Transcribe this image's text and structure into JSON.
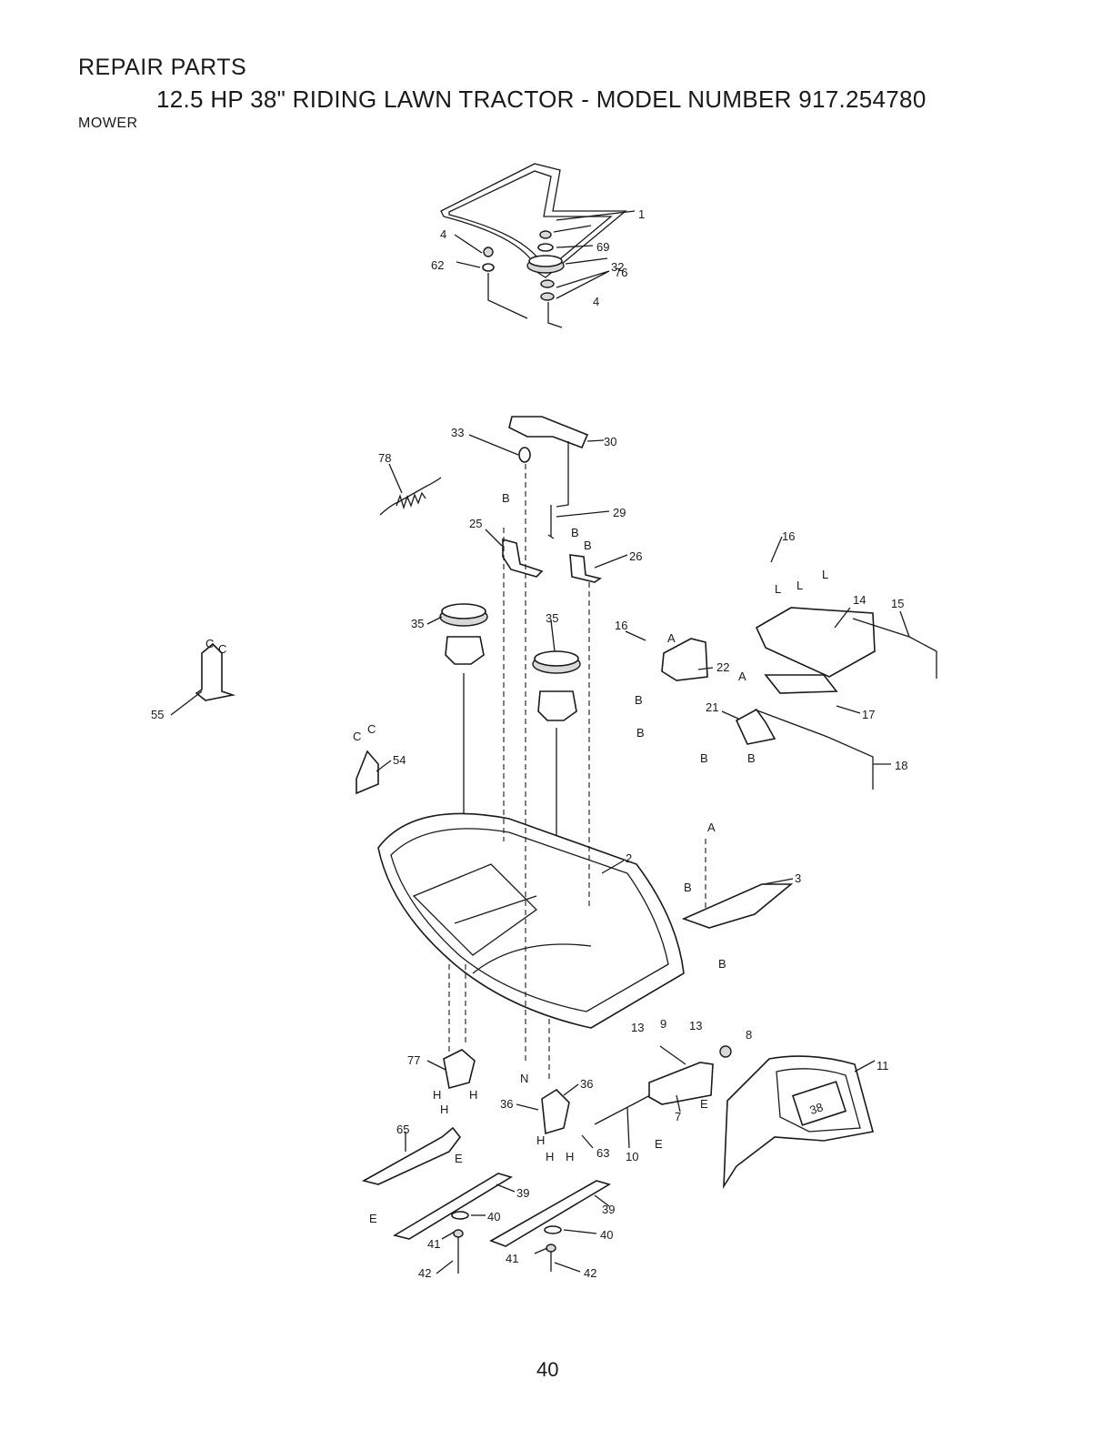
{
  "header": {
    "title": "REPAIR PARTS",
    "subtitle": "12.5 HP 38\" RIDING LAWN TRACTOR - MODEL NUMBER 917.254780",
    "section": "MOWER"
  },
  "page_number": "40",
  "diagram": {
    "part_labels": [
      "1",
      "4",
      "4",
      "69",
      "32",
      "62",
      "76",
      "33",
      "30",
      "78",
      "29",
      "25",
      "26",
      "16",
      "14",
      "15",
      "35",
      "35",
      "16",
      "22",
      "55",
      "54",
      "21",
      "17",
      "18",
      "2",
      "3",
      "13",
      "9",
      "13",
      "8",
      "77",
      "36",
      "36",
      "63",
      "10",
      "7",
      "11",
      "65",
      "39",
      "39",
      "40",
      "40",
      "41",
      "41",
      "42",
      "42"
    ],
    "reference_letters": [
      "B",
      "B",
      "B",
      "C",
      "C",
      "C",
      "C",
      "A",
      "A",
      "B",
      "B",
      "B",
      "B",
      "L",
      "L",
      "L",
      "A",
      "B",
      "B",
      "N",
      "H",
      "H",
      "H",
      "H",
      "H",
      "H",
      "E",
      "E",
      "E",
      "E"
    ],
    "decal_text": "38"
  }
}
